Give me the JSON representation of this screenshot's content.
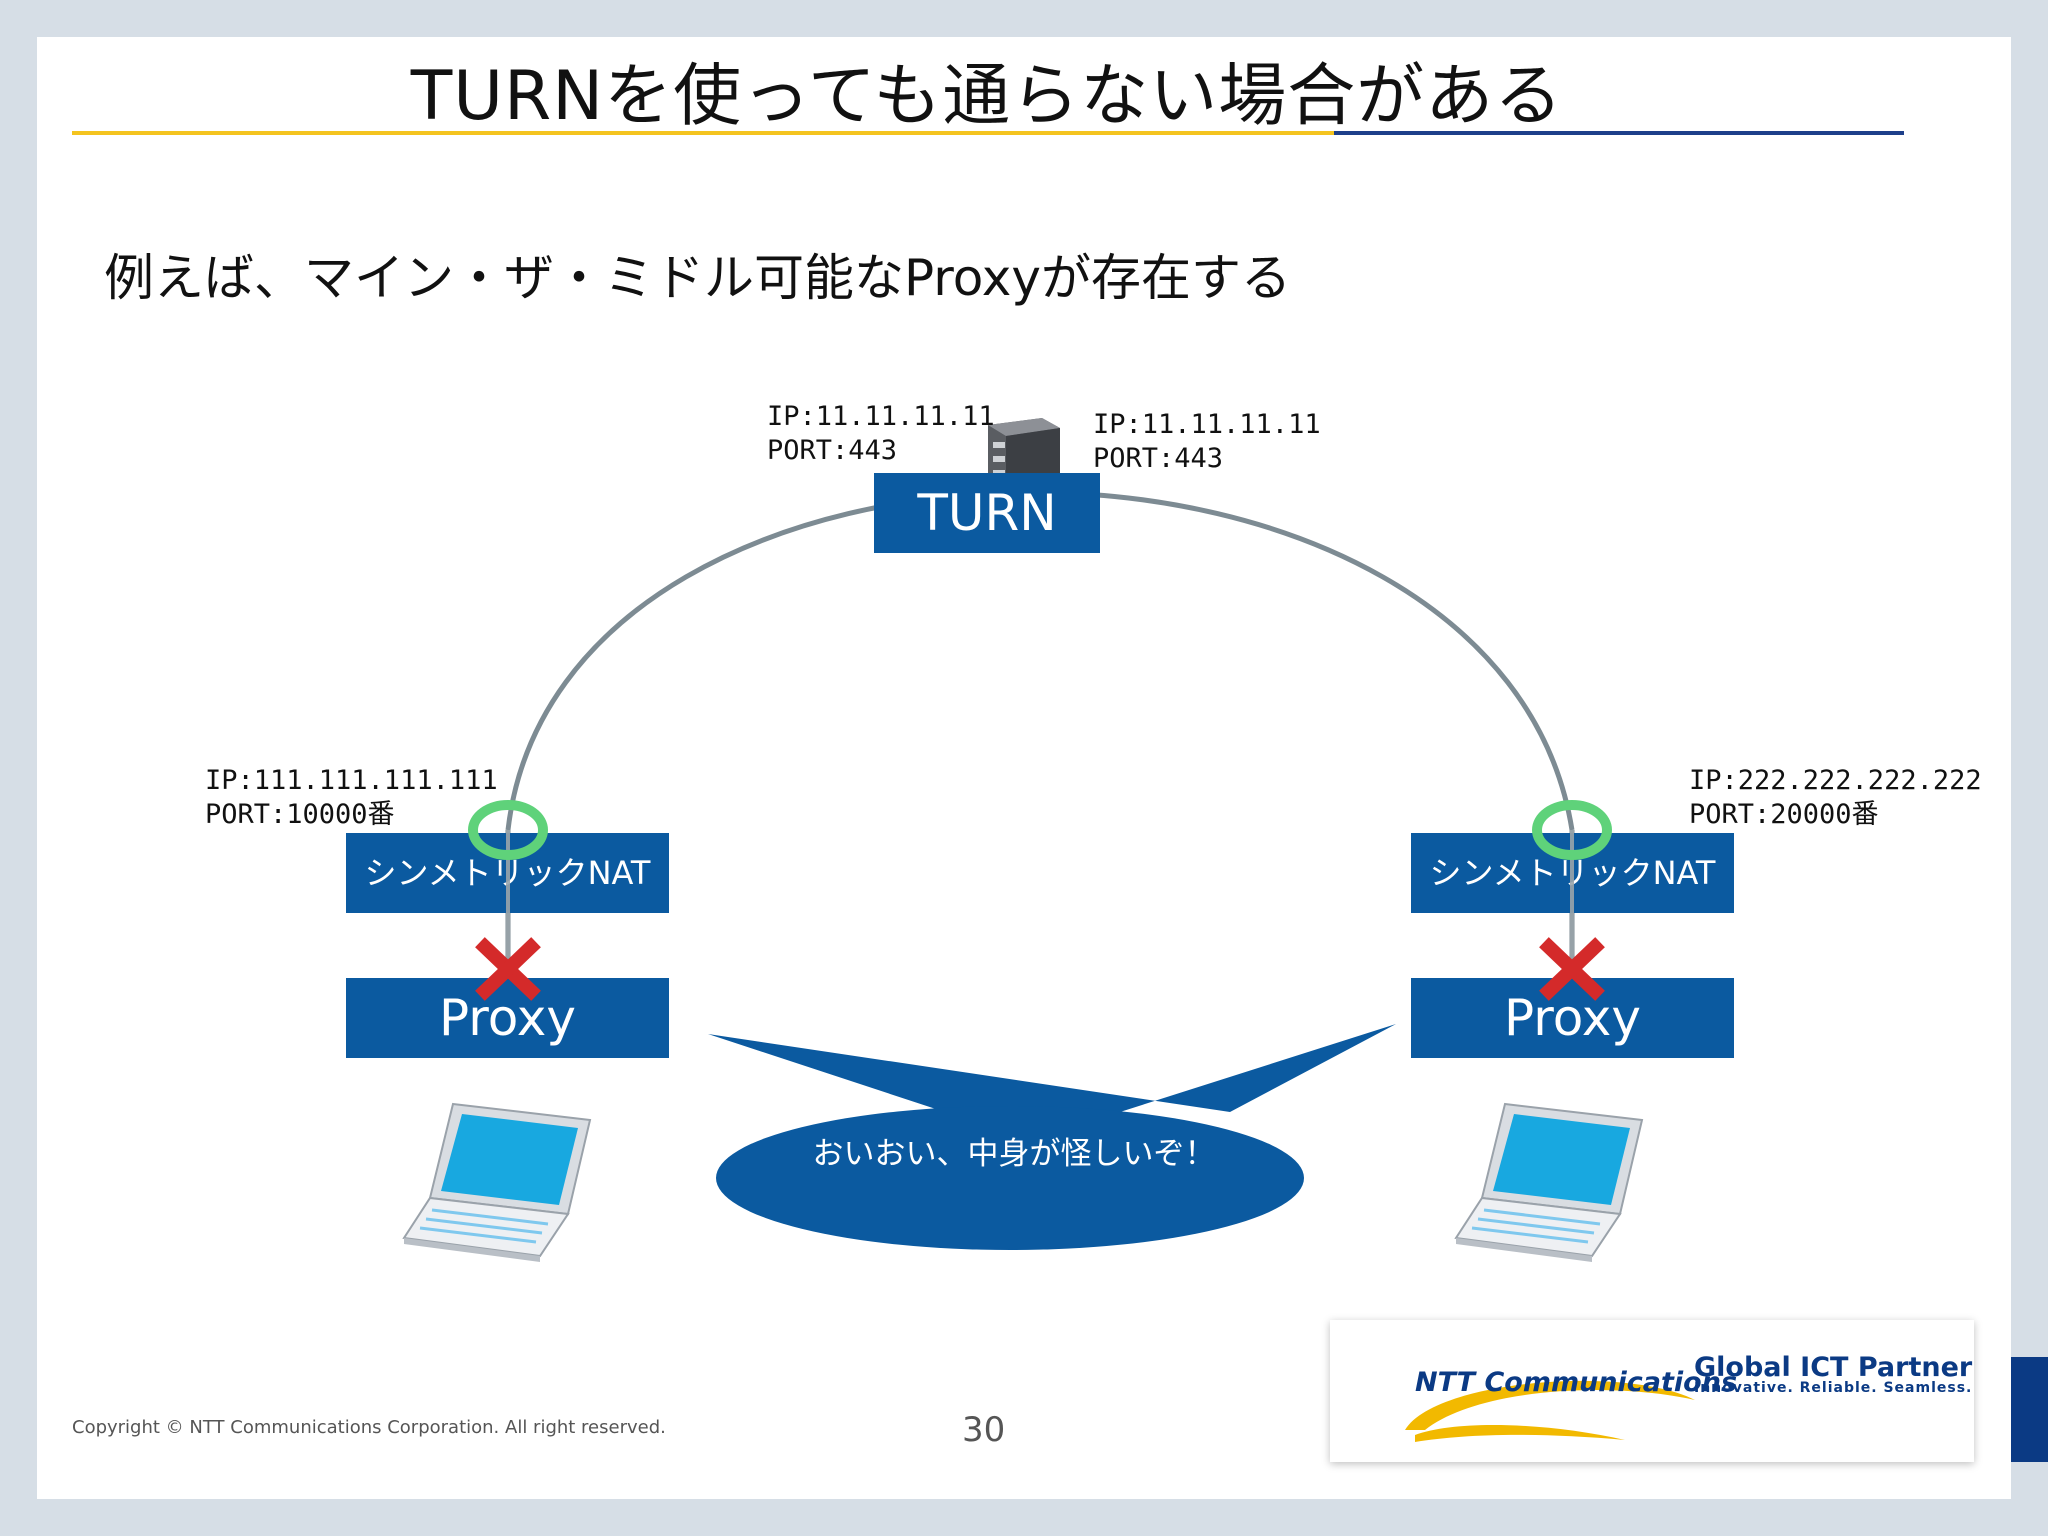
{
  "slide": {
    "title": "TURNを使っても通らない場合がある",
    "subtitle": "例えば、マイン・ザ・ミドル可能なProxyが存在する",
    "page_number": "30",
    "copyright": "Copyright © NTT Communications Corporation. All right reserved."
  },
  "diagram": {
    "turn": {
      "label": "TURN",
      "left_addr": {
        "ip": "IP:11.11.11.11",
        "port": "PORT:443"
      },
      "right_addr": {
        "ip": "IP:11.11.11.11",
        "port": "PORT:443"
      }
    },
    "left": {
      "ip": "IP:111.111.111.111",
      "port": "PORT:10000番",
      "nat_label": "シンメトリックNAT",
      "proxy_label": "Proxy"
    },
    "right": {
      "ip": "IP:222.222.222.222",
      "port": "PORT:20000番",
      "nat_label": "シンメトリックNAT",
      "proxy_label": "Proxy"
    },
    "callout": "おいおい、中身が怪しいぞ！"
  },
  "logo": {
    "brand": "NTT Communications",
    "tagline": "Global ICT Partner",
    "tagline_sub": "Innovative. Reliable. Seamless."
  },
  "colors": {
    "box_blue": "#0b5aa0",
    "gold_rule": "#f4c41f",
    "navy_rule": "#1d3f8a",
    "arc_gray": "#7d8b93",
    "nat_ring": "#5fd27a",
    "block_x": "#d42a2a"
  },
  "icons": [
    "server-icon",
    "laptop-icon",
    "blocked-x-icon",
    "nat-ring-icon"
  ]
}
